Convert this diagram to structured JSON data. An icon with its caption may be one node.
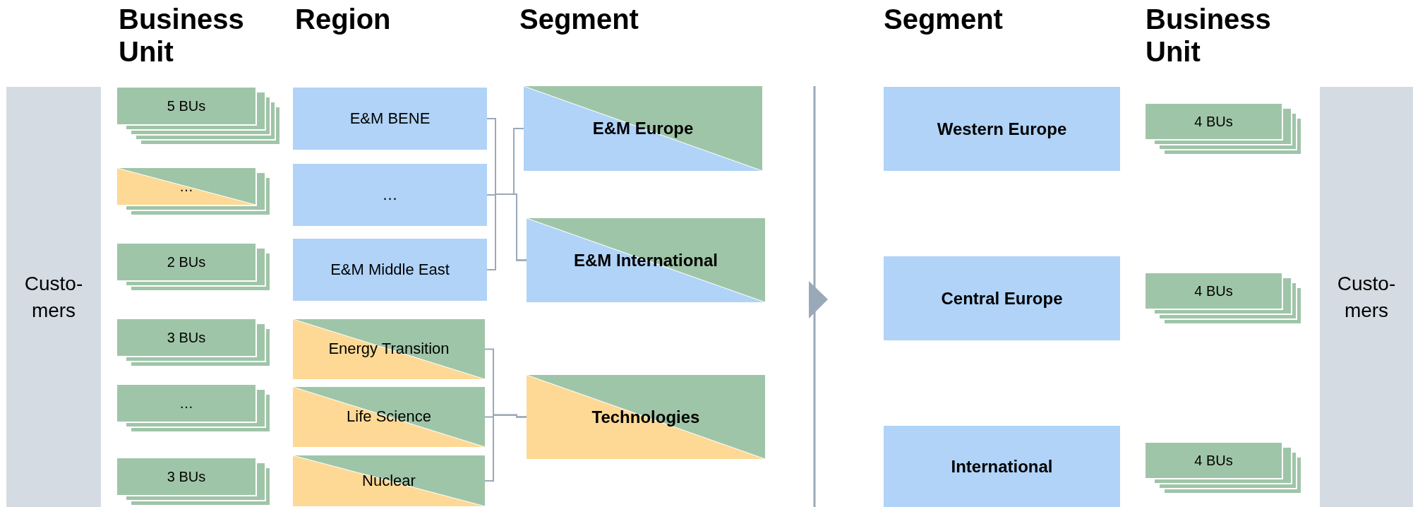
{
  "diagram": {
    "nodes": [
      {
        "text": [
          "Custo- mers"
        ]
      },
      {
        "text": [
          "5 BUs"
        ]
      },
      {
        "text": [
          "…"
        ]
      },
      {
        "text": [
          "2 BUs"
        ]
      },
      {
        "text": [
          "3 BUs"
        ]
      },
      {
        "text": [
          "…"
        ]
      },
      {
        "text": [
          "3 BUs"
        ]
      },
      {
        "text": [
          "E&M BENE"
        ]
      },
      {
        "text": [
          "…"
        ]
      },
      {
        "text": [
          "E&M Middle East"
        ]
      },
      {
        "text": [
          "Energy Transition"
        ]
      },
      {
        "text": [
          "Life Science"
        ]
      },
      {
        "text": [
          "Nuclear"
        ]
      },
      {
        "text": [
          "E&M Europe"
        ]
      },
      {
        "text": [
          "E&M International"
        ]
      },
      {
        "text": [
          "Technologies"
        ]
      },
      {
        "text": [
          "Western Europe"
        ]
      },
      {
        "text": [
          "Central Europe"
        ]
      },
      {
        "text": [
          "International"
        ]
      },
      {
        "text": [
          "4 BUs"
        ]
      },
      {
        "text": [
          "4 BUs"
        ]
      },
      {
        "text": [
          "4 BUs"
        ]
      },
      {
        "text": [
          "Custo- mers"
        ]
      }
    ],
    "edges": [
      {
        "from": 7,
        "to": 13,
        "arrow": "none"
      },
      {
        "from": 7,
        "to": 14,
        "arrow": "none"
      },
      {
        "from": 8,
        "to": 13,
        "arrow": "none"
      },
      {
        "from": 8,
        "to": 14,
        "arrow": "none"
      },
      {
        "from": 9,
        "to": 13,
        "arrow": "none"
      },
      {
        "from": 9,
        "to": 14,
        "arrow": "none"
      },
      {
        "from": 10,
        "to": 15,
        "arrow": "none"
      },
      {
        "from": 11,
        "to": 15,
        "arrow": "none"
      },
      {
        "from": 12,
        "to": 15,
        "arrow": "none"
      }
    ],
    "labels": [
      "Business Unit",
      "Region",
      "Segment",
      "Segment",
      "Business Unit"
    ]
  }
}
